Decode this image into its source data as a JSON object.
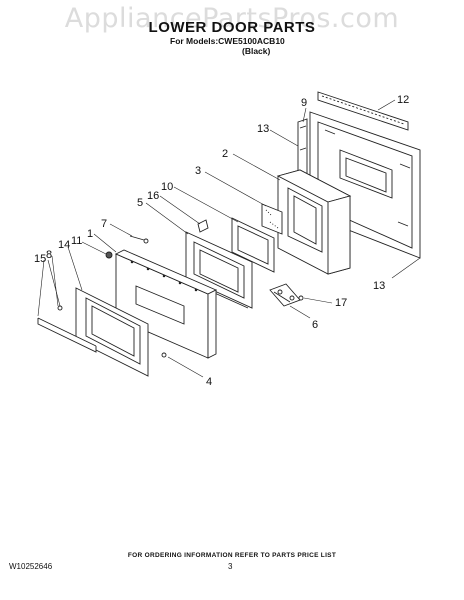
{
  "watermark": "AppliancePartsPros.com",
  "title": "LOWER DOOR PARTS",
  "models_line": "For Models:CWE5100ACB10",
  "color_line": "(Black)",
  "footer_note": "FOR ORDERING INFORMATION REFER TO PARTS PRICE LIST",
  "doc_number": "W10252646",
  "page_number": "3",
  "callouts": {
    "c12": "12",
    "c9": "9",
    "c13a": "13",
    "c2": "2",
    "c3": "3",
    "c10": "10",
    "c16": "16",
    "c5": "5",
    "c7": "7",
    "c1": "1",
    "c11": "11",
    "c14": "14",
    "c8": "8",
    "c15": "15",
    "c13b": "13",
    "c17": "17",
    "c6": "6",
    "c4": "4"
  }
}
